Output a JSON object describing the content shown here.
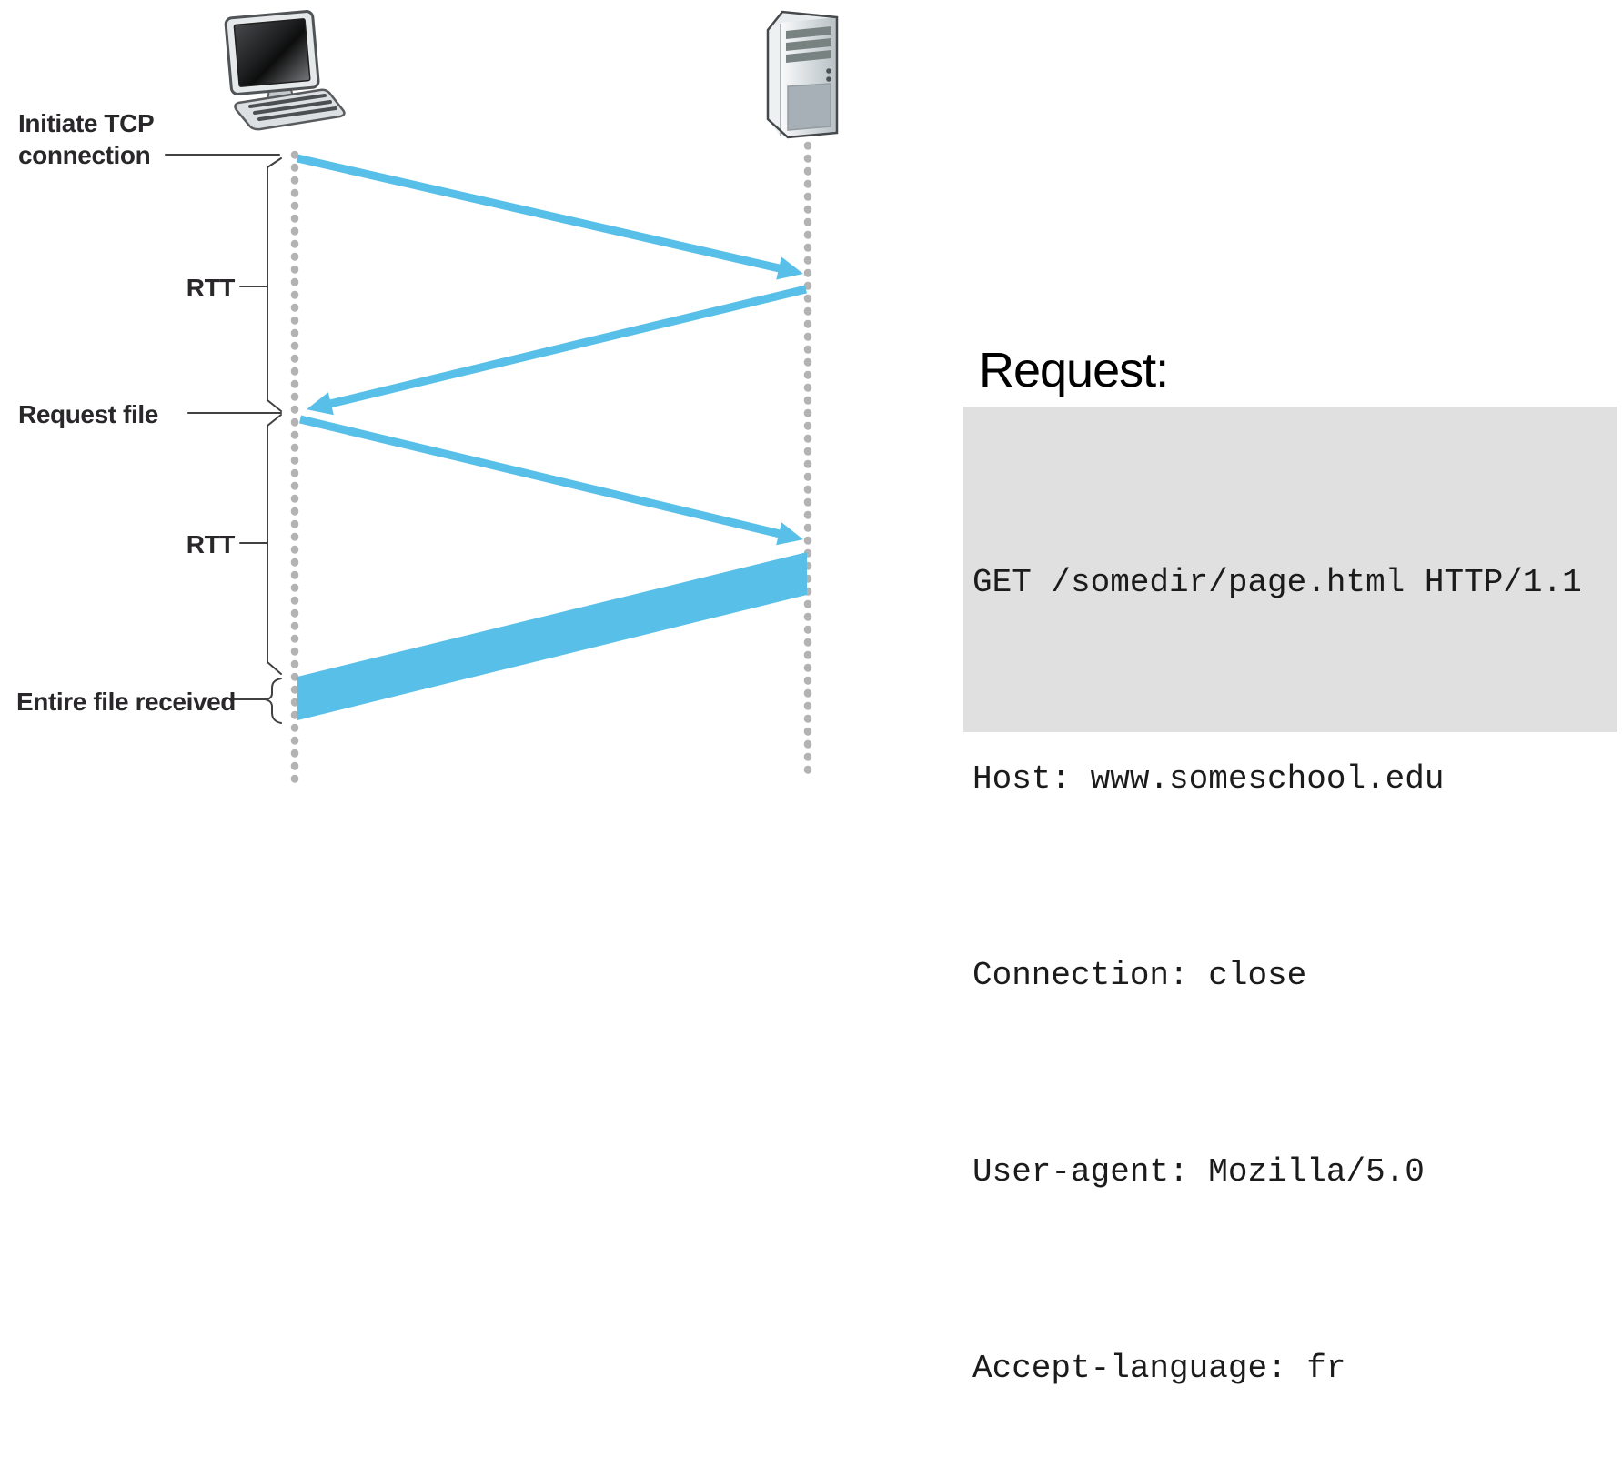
{
  "figure": {
    "type": "http-non-persistent-connection-timing-diagram",
    "client_icon": "desktop-computer-icon",
    "server_icon": "server-tower-icon",
    "labels": {
      "initiate_tcp_line1": "Initiate TCP",
      "initiate_tcp_line2": "connection",
      "rtt_top": "RTT",
      "request_file": "Request file",
      "rtt_bottom": "RTT",
      "entire_file_received": "Entire file received"
    },
    "colors": {
      "message_arrow": "#58c0e8",
      "timeline_dot": "#b3b3b3",
      "annotation_line": "#414042",
      "request_box_bg": "#e0e0e0"
    }
  },
  "request_panel": {
    "title": "Request:",
    "lines": [
      "GET /somedir/page.html HTTP/1.1",
      "Host: www.someschool.edu",
      "Connection: close",
      "User-agent: Mozilla/5.0",
      "Accept-language: fr"
    ]
  }
}
